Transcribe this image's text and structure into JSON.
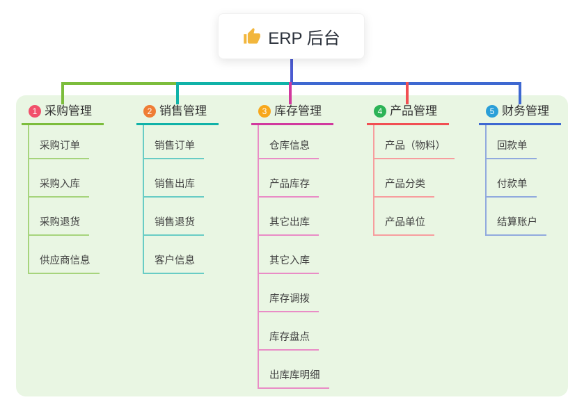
{
  "root": {
    "title": "ERP 后台",
    "icon": "thumbs-up-icon",
    "connector_color": "#4b5bd1"
  },
  "canvas": {
    "background_color": "#e9f6e3"
  },
  "branches": [
    {
      "badge": "1",
      "label": "采购管理",
      "badge_color": "#f1506b",
      "line_color": "#7cbd3c",
      "item_line_color": "#a6d47c",
      "items": [
        "采购订单",
        "采购入库",
        "采购退货",
        "供应商信息"
      ]
    },
    {
      "badge": "2",
      "label": "销售管理",
      "badge_color": "#ef7d35",
      "line_color": "#10b2a8",
      "item_line_color": "#68ccc5",
      "items": [
        "销售订单",
        "销售出库",
        "销售退货",
        "客户信息"
      ]
    },
    {
      "badge": "3",
      "label": "库存管理",
      "badge_color": "#f8a71b",
      "line_color": "#d1399e",
      "item_line_color": "#e98cc6",
      "items": [
        "仓库信息",
        "产品库存",
        "其它出库",
        "其它入库",
        "库存调拨",
        "库存盘点",
        "出库库明细"
      ]
    },
    {
      "badge": "4",
      "label": "产品管理",
      "badge_color": "#2cb356",
      "line_color": "#f14f53",
      "item_line_color": "#f79d9e",
      "items": [
        "产品（物料）",
        "产品分类",
        "产品单位"
      ]
    },
    {
      "badge": "5",
      "label": "财务管理",
      "badge_color": "#2a9fd8",
      "line_color": "#3e68d1",
      "item_line_color": "#91aade",
      "items": [
        "回款单",
        "付款单",
        "结算账户"
      ]
    }
  ]
}
